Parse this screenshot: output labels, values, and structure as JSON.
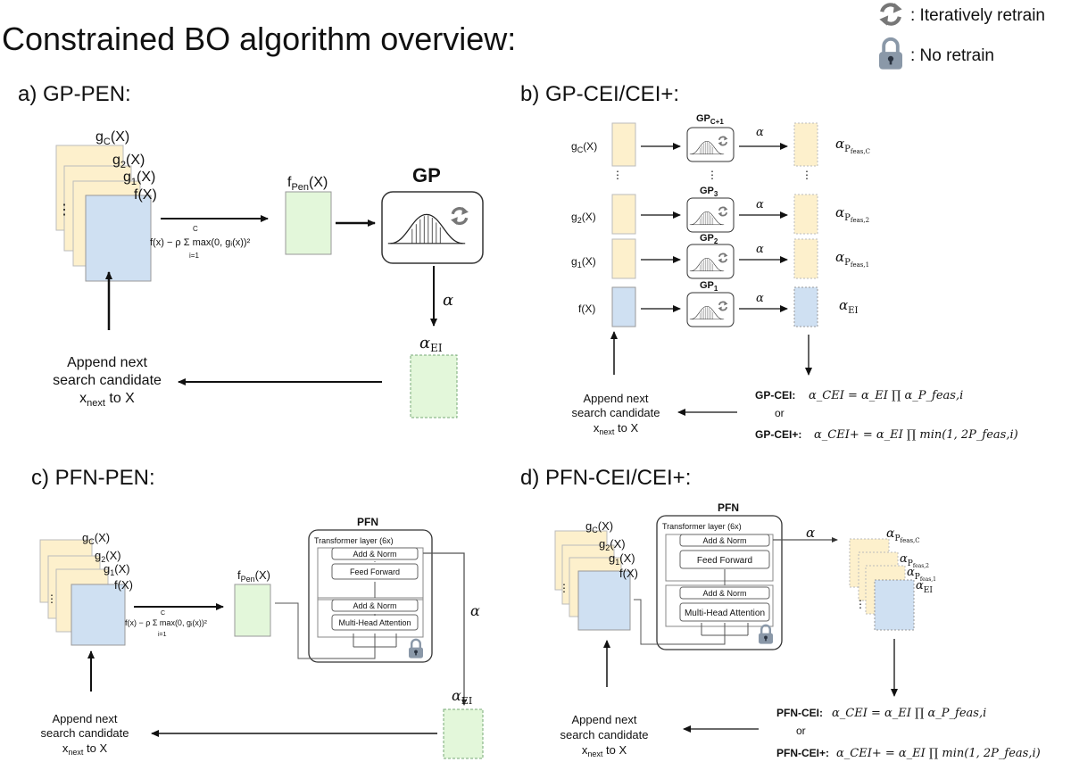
{
  "title": "Constrained BO algorithm overview:",
  "legend": {
    "retrain_label": ": Iteratively retrain",
    "noretrain_label": ": No retrain"
  },
  "panel_a": {
    "title": "a) GP-PEN:",
    "gc": "g",
    "gc_sub": "C",
    "gc_tail": "(X)",
    "g2": "g",
    "g2_sub": "2",
    "g2_tail": "(X)",
    "g1": "g",
    "g1_sub": "1",
    "g1_tail": "(X)",
    "f": "f(X)",
    "fpen": "f",
    "fpen_sub": "Pen",
    "fpen_tail": "(X)",
    "gp": "GP",
    "penalty_formula": "f(x) − ρ Σ max(0, gᵢ(x))²",
    "sum_top": "C",
    "sum_bottom": "i=1",
    "alpha": "α",
    "alpha_ei": "α",
    "alpha_ei_sub": "EI",
    "append_1": "Append next",
    "append_2": "search candidate",
    "append_3a": "x",
    "append_3sub": "next",
    "append_3b": " to X"
  },
  "panel_b": {
    "title": "b) GP-CEI/CEI+:",
    "rows": [
      {
        "input": "g",
        "sub": "C",
        "tail": "(X)",
        "gp": "GP",
        "gp_sub": "C+1",
        "out": "α",
        "out_sub": "P",
        "out_sub2": "feas,C"
      },
      {
        "input": "g",
        "sub": "2",
        "tail": "(X)",
        "gp": "GP",
        "gp_sub": "3",
        "out": "α",
        "out_sub": "P",
        "out_sub2": "feas,2"
      },
      {
        "input": "g",
        "sub": "1",
        "tail": "(X)",
        "gp": "GP",
        "gp_sub": "2",
        "out": "α",
        "out_sub": "P",
        "out_sub2": "feas,1"
      },
      {
        "input": "f(X)",
        "sub": "",
        "tail": "",
        "gp": "GP",
        "gp_sub": "1",
        "out": "α",
        "out_sub": "EI",
        "out_sub2": ""
      }
    ],
    "alpha": "α",
    "cei_label": "GP-CEI:",
    "cei_formula": "α_CEI = α_EI ∏ α_P_feas,i",
    "or": "or",
    "ceiplus_label": "GP-CEI+:",
    "ceiplus_formula": "α_CEI+ = α_EI ∏ min(1, 2P_feas,i)",
    "append_1": "Append next",
    "append_2": "search candidate",
    "append_3a": "x",
    "append_3sub": "next",
    "append_3b": " to X"
  },
  "panel_c": {
    "title": "c) PFN-PEN:",
    "pfn": "PFN",
    "transformer": "Transformer layer (6x)",
    "add_norm": "Add & Norm",
    "feed_forward": "Feed Forward",
    "mha": "Multi-Head Attention",
    "alpha": "α",
    "alpha_ei": "α",
    "alpha_ei_sub": "EI",
    "append_1": "Append next",
    "append_2": "search candidate",
    "append_3a": "x",
    "append_3sub": "next",
    "append_3b": " to X"
  },
  "panel_d": {
    "title": "d) PFN-CEI/CEI+:",
    "pfn": "PFN",
    "transformer": "Transformer layer (6x)",
    "add_norm": "Add & Norm",
    "feed_forward": "Feed Forward",
    "mha": "Multi-Head Attention",
    "alpha": "α",
    "cei_label": "PFN-CEI:",
    "or": "or",
    "ceiplus_label": "PFN-CEI+:",
    "append_1": "Append next",
    "append_2": "search candidate",
    "append_3a": "x",
    "append_3sub": "next",
    "append_3b": " to X"
  },
  "colors": {
    "yellow": "#fdf0cc",
    "blue": "#cfe0f2",
    "green": "#e3f7da",
    "lock": "#8a98a8"
  }
}
